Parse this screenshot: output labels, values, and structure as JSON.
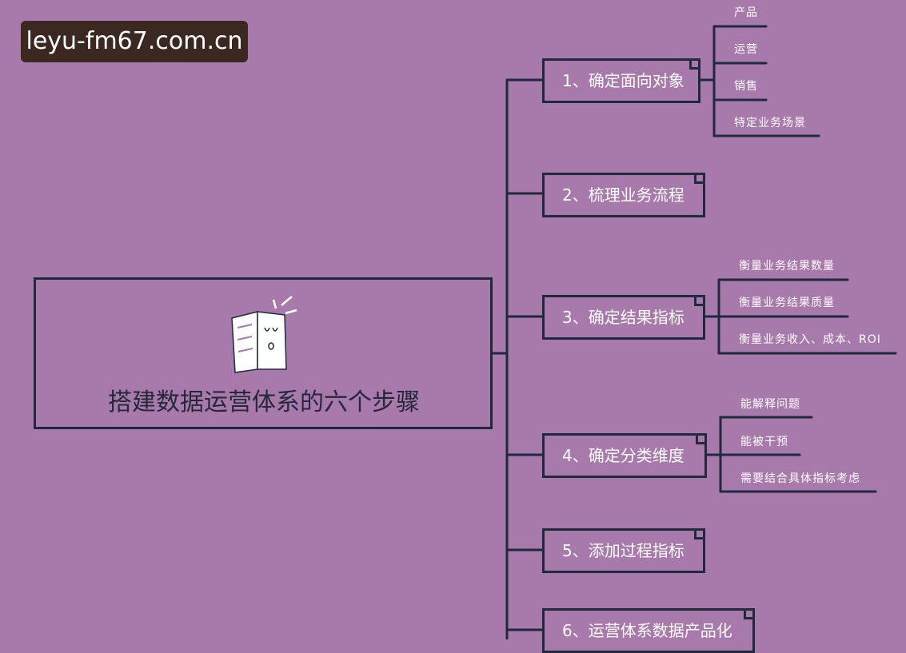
{
  "watermark": "leyu-fm67.com.cn",
  "root": {
    "title": "搭建数据运营体系的六个步骤",
    "icon": "notebook-icon"
  },
  "steps": [
    {
      "label": "1、确定面向对象",
      "children": [
        "产品",
        "运营",
        "销售",
        "特定业务场景"
      ]
    },
    {
      "label": "2、梳理业务流程",
      "children": []
    },
    {
      "label": "3、确定结果指标",
      "children": [
        "衡量业务结果数量",
        "衡量业务结果质量",
        "衡量业务收入、成本、ROI"
      ]
    },
    {
      "label": "4、确定分类维度",
      "children": [
        "能解释问题",
        "能被干预",
        "需要结合具体指标考虑"
      ]
    },
    {
      "label": "5、添加过程指标",
      "children": []
    },
    {
      "label": "6、运营体系数据产品化",
      "children": []
    }
  ],
  "colors": {
    "background": "#a879ab",
    "line": "#1f2a3f",
    "watermark_bg": "#3b2820"
  }
}
